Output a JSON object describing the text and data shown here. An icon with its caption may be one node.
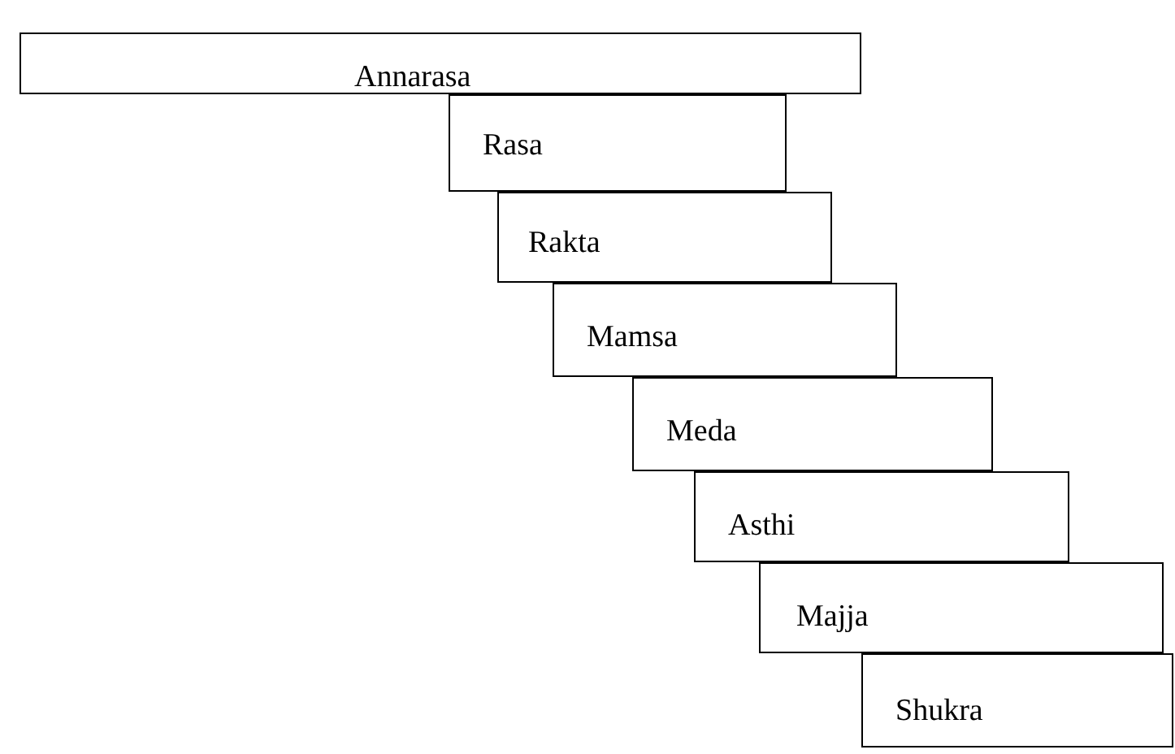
{
  "diagram": {
    "nodes": [
      {
        "text": [
          "Annarasa"
        ]
      },
      {
        "text": [
          "Rasa"
        ]
      },
      {
        "text": [
          "Rakta"
        ]
      },
      {
        "text": [
          "Mamsa"
        ]
      },
      {
        "text": [
          "Meda"
        ]
      },
      {
        "text": [
          "Asthi"
        ]
      },
      {
        "text": [
          "Majja"
        ]
      },
      {
        "text": [
          "Shukra"
        ]
      }
    ]
  }
}
